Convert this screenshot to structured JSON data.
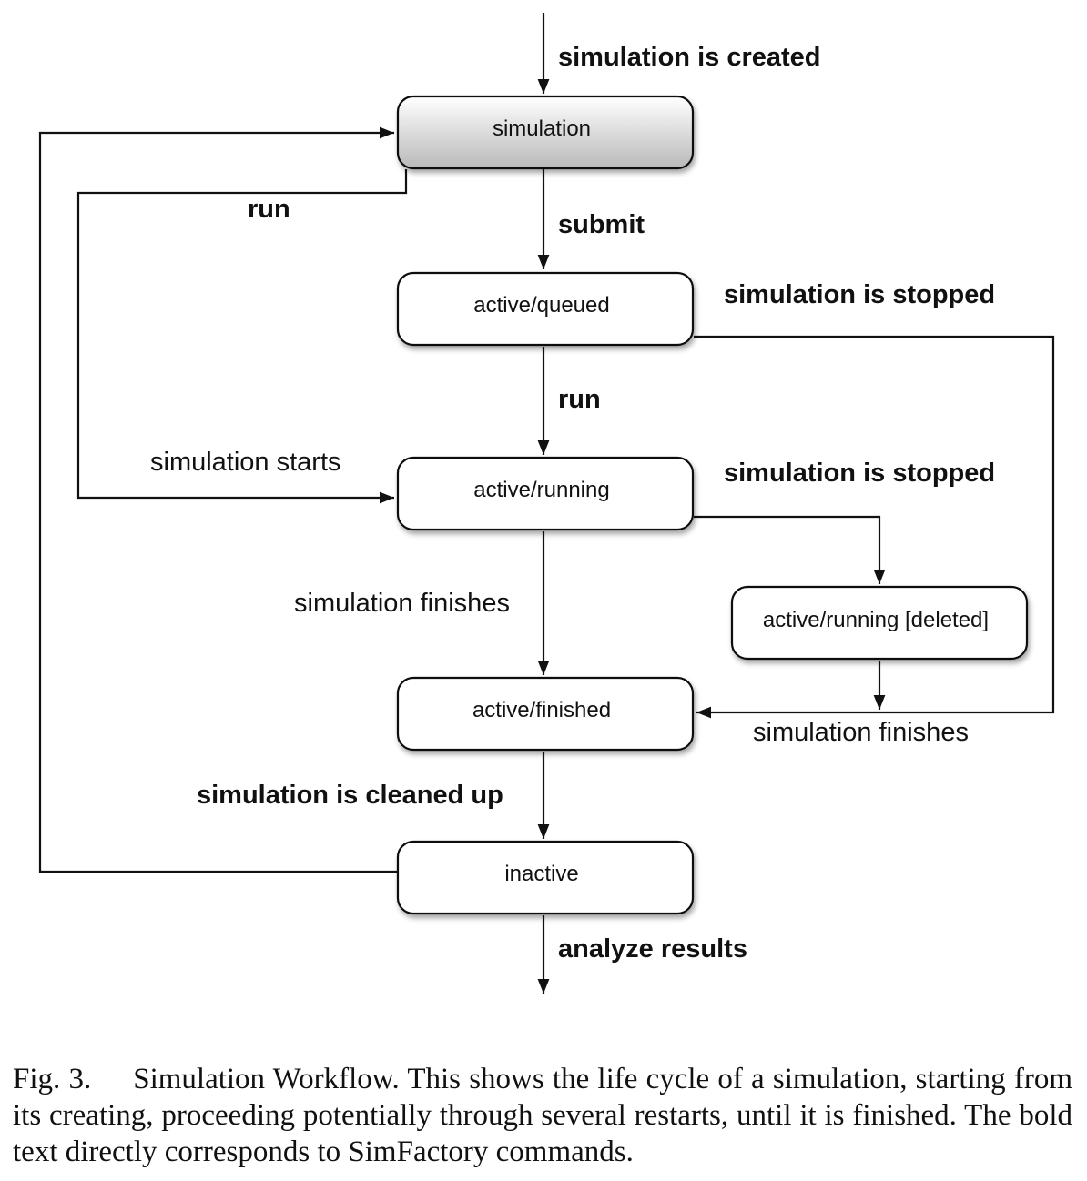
{
  "diagram": {
    "nodes": {
      "simulation": "simulation",
      "queued": "active/queued",
      "running": "active/running",
      "deleted": "active/running [deleted]",
      "finished": "active/finished",
      "inactive": "inactive"
    },
    "edges": {
      "created": "simulation is created",
      "submit": "submit",
      "run_top": "run",
      "run_mid": "run",
      "stopped_1": "simulation is stopped",
      "stopped_2": "simulation is stopped",
      "starts": "simulation starts",
      "finishes_left": "simulation finishes",
      "finishes_right": "simulation finishes",
      "cleaned": "simulation is cleaned up",
      "analyze": "analyze results"
    }
  },
  "caption": {
    "figure_label": "Fig. 3.",
    "text": "Simulation Workflow. This shows the life cycle of a simulation, starting from its creating, proceeding potentially through several restarts, until it is finished. The bold text directly corresponds to SimFactory commands."
  }
}
